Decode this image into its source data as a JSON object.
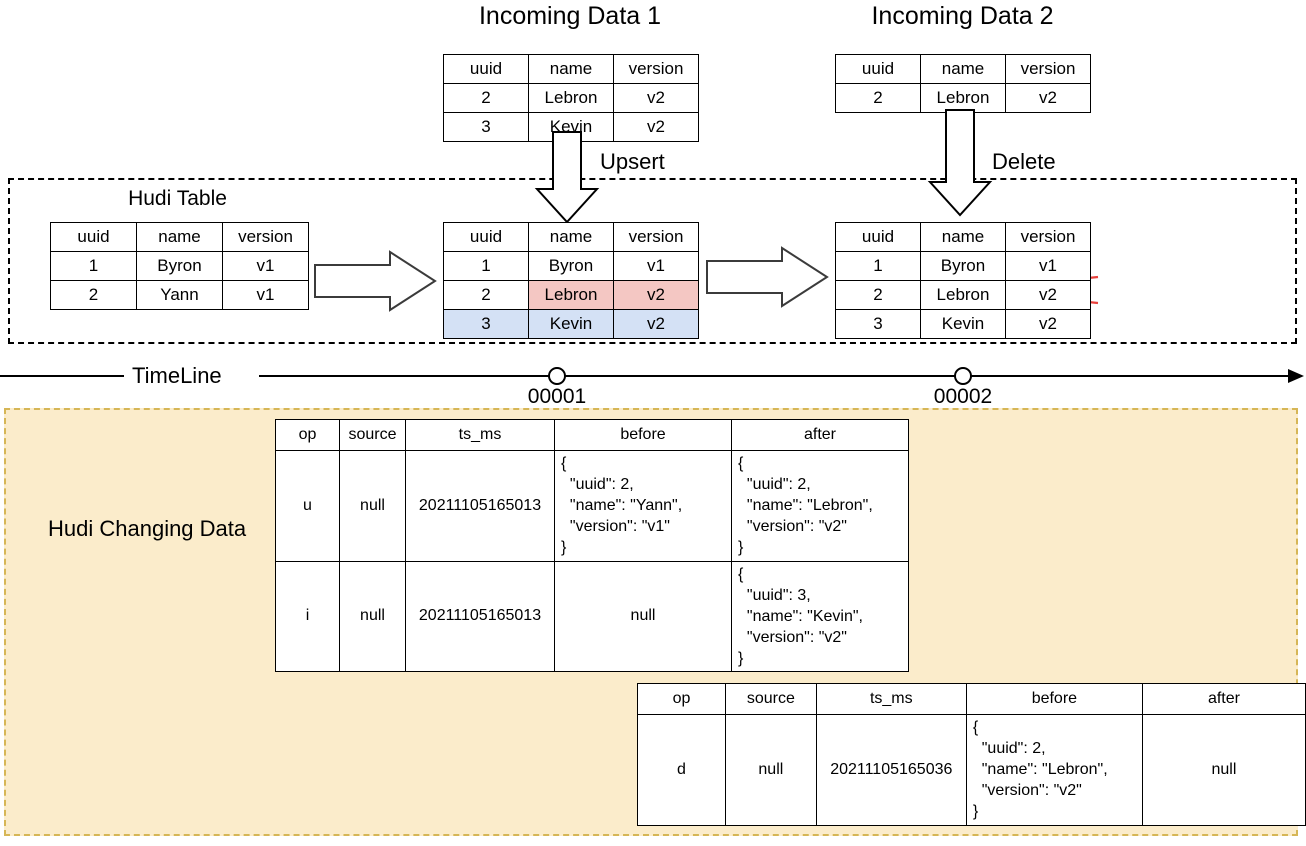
{
  "titles": {
    "incoming1": "Incoming Data 1",
    "incoming2": "Incoming Data 2",
    "hudi_table": "Hudi Table",
    "changing_data": "Hudi Changing Data",
    "timeline": "TimeLine"
  },
  "operations": {
    "upsert": "Upsert",
    "delete": "Delete"
  },
  "timeline": {
    "markers": [
      {
        "label": "00001"
      },
      {
        "label": "00002"
      }
    ]
  },
  "table_headers": [
    "uuid",
    "name",
    "version"
  ],
  "incoming1_rows": [
    {
      "uuid": "2",
      "name": "Lebron",
      "version": "v2"
    },
    {
      "uuid": "3",
      "name": "Kevin",
      "version": "v2"
    }
  ],
  "incoming2_rows": [
    {
      "uuid": "2",
      "name": "Lebron",
      "version": "v2"
    }
  ],
  "hudi_before_rows": [
    {
      "uuid": "1",
      "name": "Byron",
      "version": "v1"
    },
    {
      "uuid": "2",
      "name": "Yann",
      "version": "v1"
    }
  ],
  "hudi_after_upsert_rows": [
    {
      "uuid": "1",
      "name": "Byron",
      "version": "v1",
      "highlight": "none"
    },
    {
      "uuid": "2",
      "name": "Lebron",
      "version": "v2",
      "highlight": "pink"
    },
    {
      "uuid": "3",
      "name": "Kevin",
      "version": "v2",
      "highlight": "blue"
    }
  ],
  "hudi_after_delete_rows": [
    {
      "uuid": "1",
      "name": "Byron",
      "version": "v1",
      "struck": false
    },
    {
      "uuid": "2",
      "name": "Lebron",
      "version": "v2",
      "struck": true
    },
    {
      "uuid": "3",
      "name": "Kevin",
      "version": "v2",
      "struck": false
    }
  ],
  "cdc_headers": [
    "op",
    "source",
    "ts_ms",
    "before",
    "after"
  ],
  "cdc_upsert_rows": [
    {
      "op": "u",
      "source": "null",
      "ts_ms": "20211105165013",
      "before": "{\n  \"uuid\": 2,\n  \"name\": \"Yann\",\n  \"version\": \"v1\"\n}",
      "after": "{\n  \"uuid\": 2,\n  \"name\": \"Lebron\",\n  \"version\": \"v2\"\n}"
    },
    {
      "op": "i",
      "source": "null",
      "ts_ms": "20211105165013",
      "before": "null",
      "after": "{\n  \"uuid\": 3,\n  \"name\": \"Kevin\",\n  \"version\": \"v2\"\n}"
    }
  ],
  "cdc_delete_rows": [
    {
      "op": "d",
      "source": "null",
      "ts_ms": "20211105165036",
      "before": "{\n  \"uuid\": 2,\n  \"name\": \"Lebron\",\n  \"version\": \"v2\"\n}",
      "after": "null"
    }
  ],
  "colors": {
    "highlight_pink": "#f4c7c3",
    "highlight_blue": "#d4e1f5",
    "delete_cross": "#e8413c",
    "changing_data_bg": "#fbeccb",
    "changing_data_border": "#d6b656"
  }
}
